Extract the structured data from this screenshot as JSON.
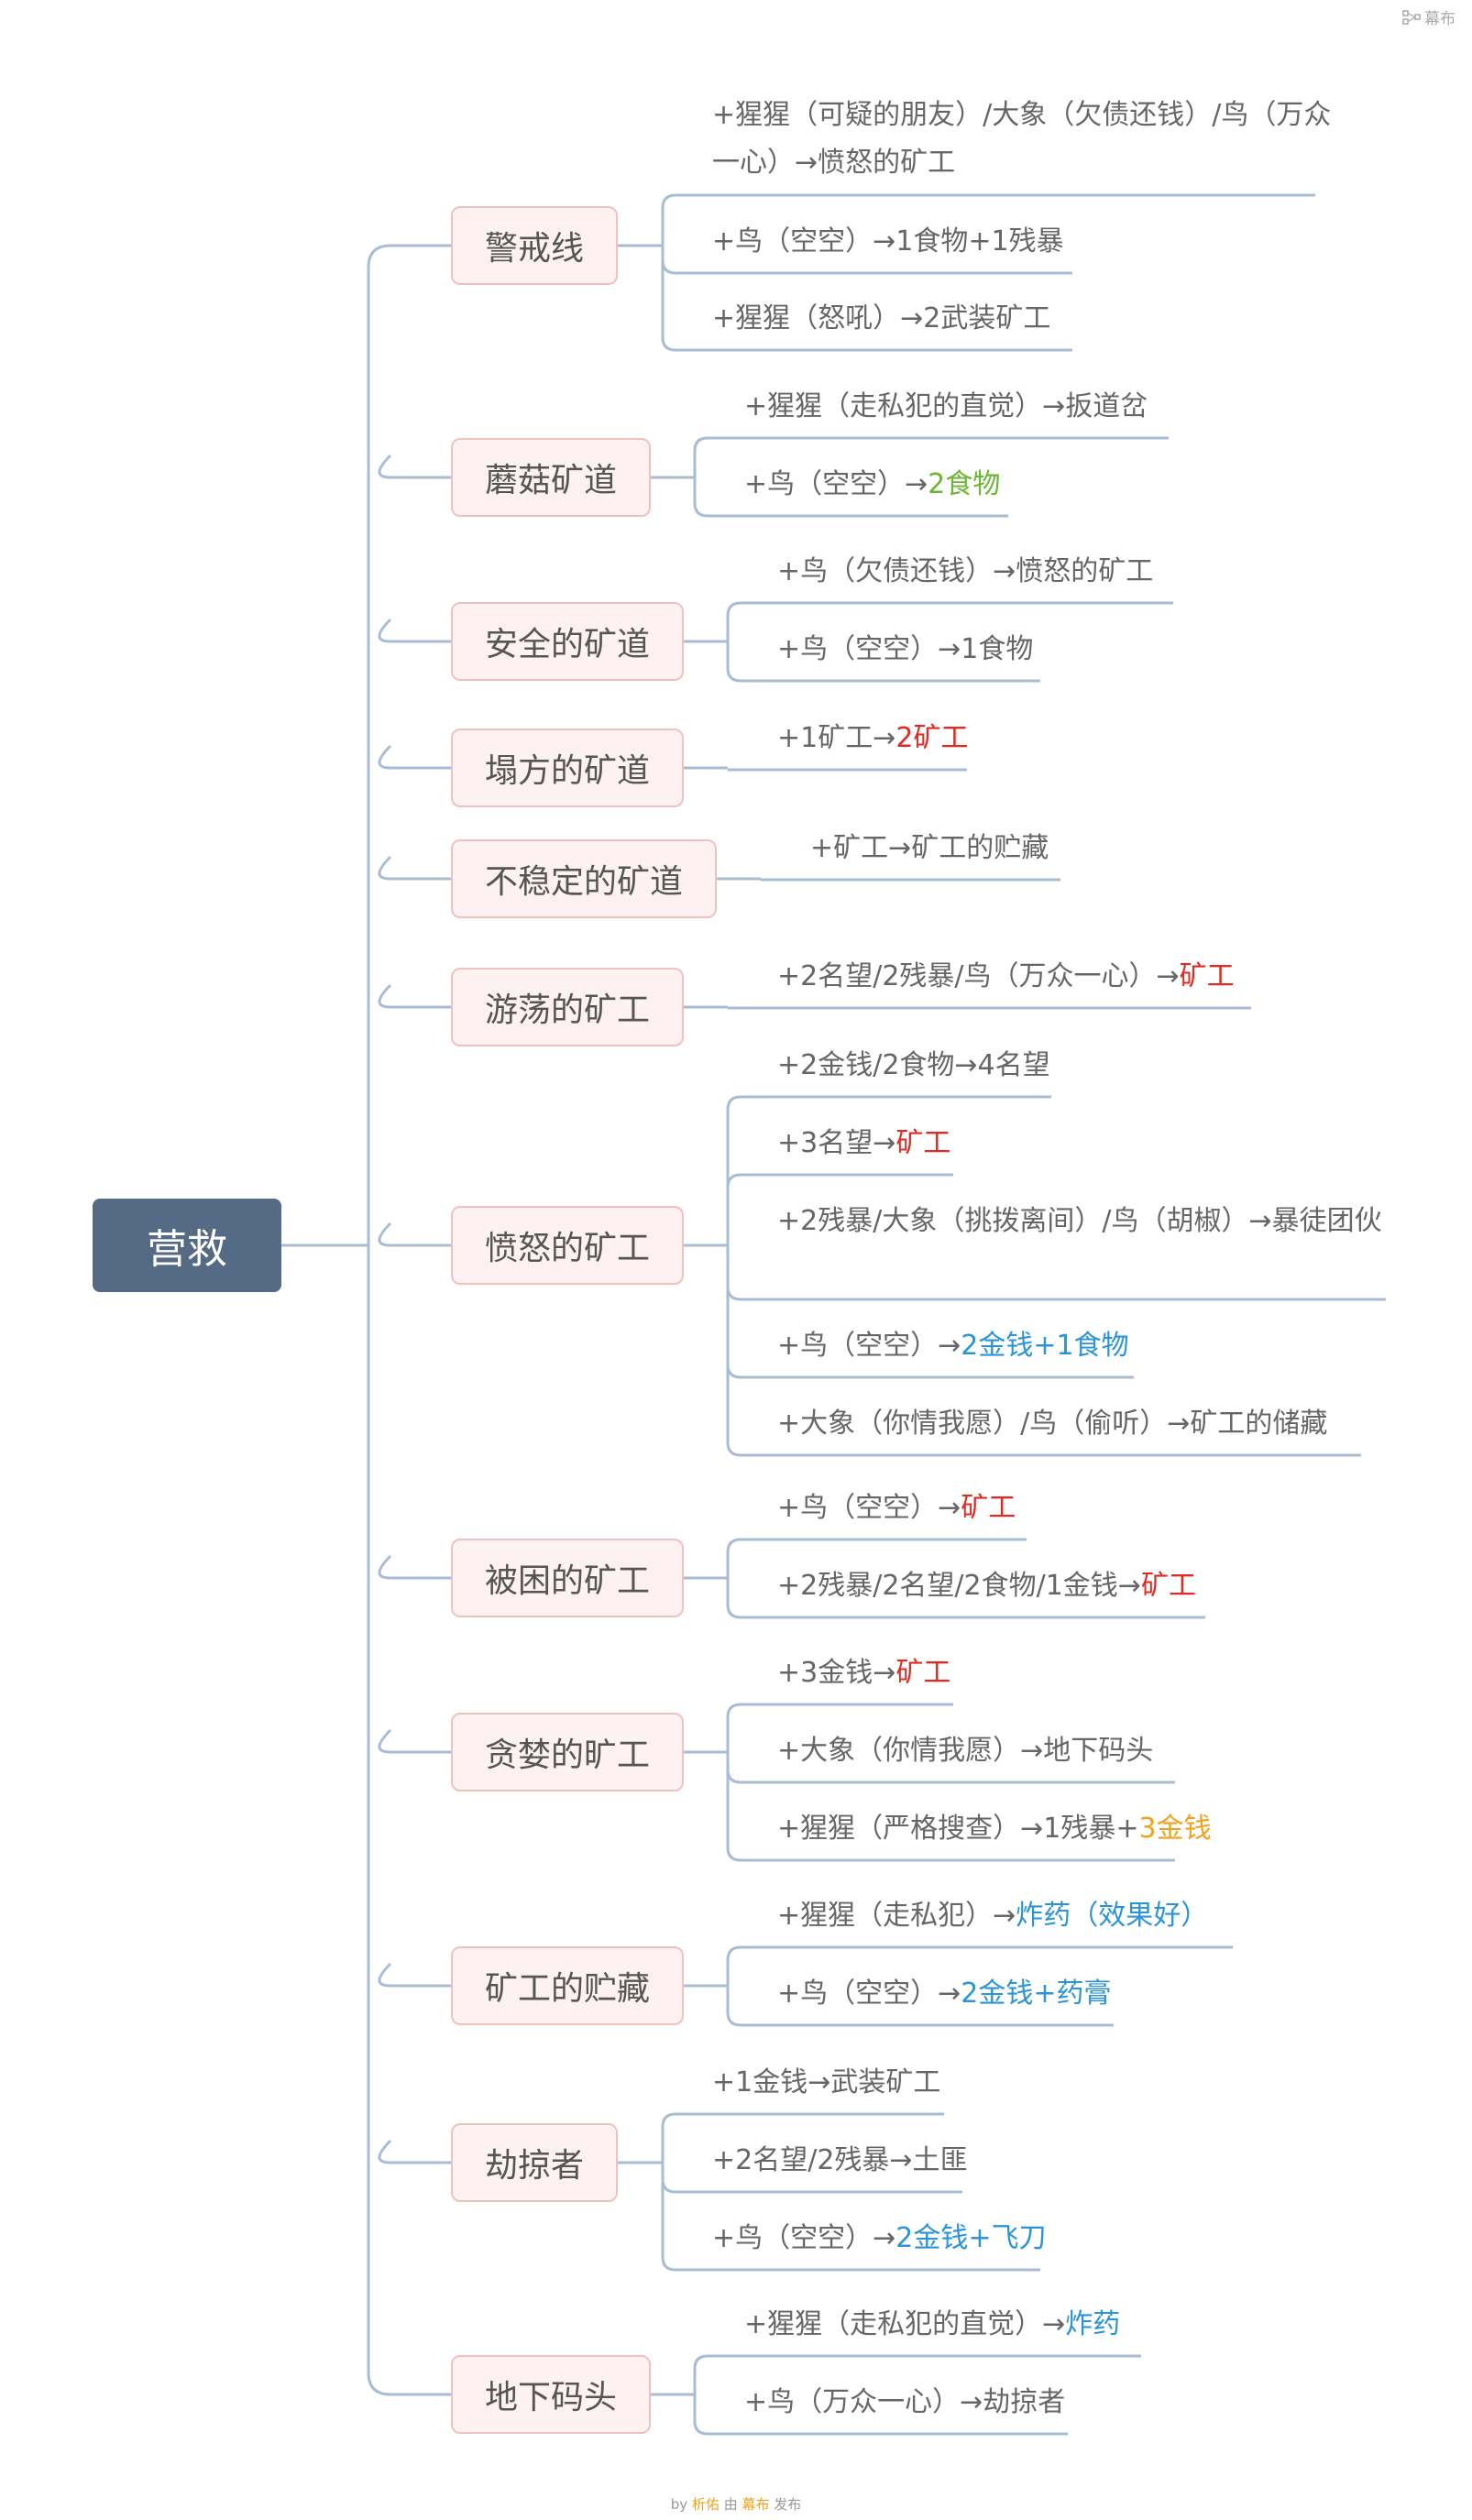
{
  "brand": {
    "label": "幕布",
    "icon": "mubu-logo-icon"
  },
  "root": {
    "label": "营救"
  },
  "colors": {
    "line": "#a8bdd3",
    "root_fill": "#556a85",
    "topic_fill": "#fdf1f1",
    "topic_border": "#efc2c2",
    "red": "#e02b22",
    "green": "#6ab531",
    "blue": "#2b94d8",
    "orange": "#f0a21e"
  },
  "topics": [
    {
      "label": "警戒线",
      "children": [
        {
          "parts": [
            {
              "text": "+猩猩（可疑的朋友）/大象（欠债还钱）/鸟（万众一心）→愤怒的矿工",
              "color": ""
            }
          ]
        },
        {
          "parts": [
            {
              "text": "+鸟（空空）→1食物+1残暴",
              "color": ""
            }
          ]
        },
        {
          "parts": [
            {
              "text": "+猩猩（怒吼）→2武装矿工",
              "color": ""
            }
          ]
        }
      ]
    },
    {
      "label": "蘑菇矿道",
      "children": [
        {
          "parts": [
            {
              "text": "+猩猩（走私犯的直觉）→扳道岔",
              "color": ""
            }
          ]
        },
        {
          "parts": [
            {
              "text": "+鸟（空空）→",
              "color": ""
            },
            {
              "text": "2食物",
              "color": "green"
            }
          ]
        }
      ]
    },
    {
      "label": "安全的矿道",
      "children": [
        {
          "parts": [
            {
              "text": "+鸟（欠债还钱）→愤怒的矿工",
              "color": ""
            }
          ]
        },
        {
          "parts": [
            {
              "text": "+鸟（空空）→1食物",
              "color": ""
            }
          ]
        }
      ]
    },
    {
      "label": "塌方的矿道",
      "children": [
        {
          "parts": [
            {
              "text": "+1矿工→",
              "color": ""
            },
            {
              "text": "2矿工",
              "color": "red"
            }
          ]
        }
      ]
    },
    {
      "label": "不稳定的矿道",
      "children": [
        {
          "parts": [
            {
              "text": "+矿工→矿工的贮藏",
              "color": ""
            }
          ]
        }
      ]
    },
    {
      "label": "游荡的矿工",
      "children": [
        {
          "parts": [
            {
              "text": "+2名望/2残暴/鸟（万众一心）→",
              "color": ""
            },
            {
              "text": "矿工",
              "color": "red"
            }
          ]
        }
      ]
    },
    {
      "label": "愤怒的矿工",
      "children": [
        {
          "parts": [
            {
              "text": "+2金钱/2食物→4名望",
              "color": ""
            }
          ]
        },
        {
          "parts": [
            {
              "text": "+3名望→",
              "color": ""
            },
            {
              "text": "矿工",
              "color": "red"
            }
          ]
        },
        {
          "parts": [
            {
              "text": "+2残暴/大象（挑拨离间）/鸟（胡椒）→暴徒团伙",
              "color": ""
            }
          ]
        },
        {
          "parts": [
            {
              "text": "+鸟（空空）→",
              "color": ""
            },
            {
              "text": "2金钱+1食物",
              "color": "blue"
            }
          ]
        },
        {
          "parts": [
            {
              "text": "+大象（你情我愿）/鸟（偷听）→矿工的储藏",
              "color": ""
            }
          ]
        }
      ]
    },
    {
      "label": "被困的矿工",
      "children": [
        {
          "parts": [
            {
              "text": "+鸟（空空）→",
              "color": ""
            },
            {
              "text": "矿工",
              "color": "red"
            }
          ]
        },
        {
          "parts": [
            {
              "text": "+2残暴/2名望/2食物/1金钱→",
              "color": ""
            },
            {
              "text": "矿工",
              "color": "red"
            }
          ]
        }
      ]
    },
    {
      "label": "贪婪的旷工",
      "children": [
        {
          "parts": [
            {
              "text": "+3金钱→",
              "color": ""
            },
            {
              "text": "矿工",
              "color": "red"
            }
          ]
        },
        {
          "parts": [
            {
              "text": "+大象（你情我愿）→地下码头",
              "color": ""
            }
          ]
        },
        {
          "parts": [
            {
              "text": "+猩猩（严格搜查）→1残暴+",
              "color": ""
            },
            {
              "text": "3金钱",
              "color": "orange"
            }
          ]
        }
      ]
    },
    {
      "label": "矿工的贮藏",
      "children": [
        {
          "parts": [
            {
              "text": "+猩猩（走私犯）→",
              "color": ""
            },
            {
              "text": "炸药（效果好）",
              "color": "blue"
            }
          ]
        },
        {
          "parts": [
            {
              "text": "+鸟（空空）→",
              "color": ""
            },
            {
              "text": "2金钱+药膏",
              "color": "blue"
            }
          ]
        }
      ]
    },
    {
      "label": "劫掠者",
      "children": [
        {
          "parts": [
            {
              "text": "+1金钱→武装矿工",
              "color": ""
            }
          ]
        },
        {
          "parts": [
            {
              "text": "+2名望/2残暴→土匪",
              "color": ""
            }
          ]
        },
        {
          "parts": [
            {
              "text": "+鸟（空空）→",
              "color": ""
            },
            {
              "text": "2金钱+飞刀",
              "color": "blue"
            }
          ]
        }
      ]
    },
    {
      "label": "地下码头",
      "children": [
        {
          "parts": [
            {
              "text": "+猩猩（走私犯的直觉）→",
              "color": ""
            },
            {
              "text": "炸药",
              "color": "blue"
            }
          ]
        },
        {
          "parts": [
            {
              "text": "+鸟（万众一心）→劫掠者",
              "color": ""
            }
          ]
        }
      ]
    }
  ],
  "footer": {
    "by": "by",
    "author": "析佑",
    "mid": "由",
    "platform": "幕布",
    "end": "发布"
  }
}
